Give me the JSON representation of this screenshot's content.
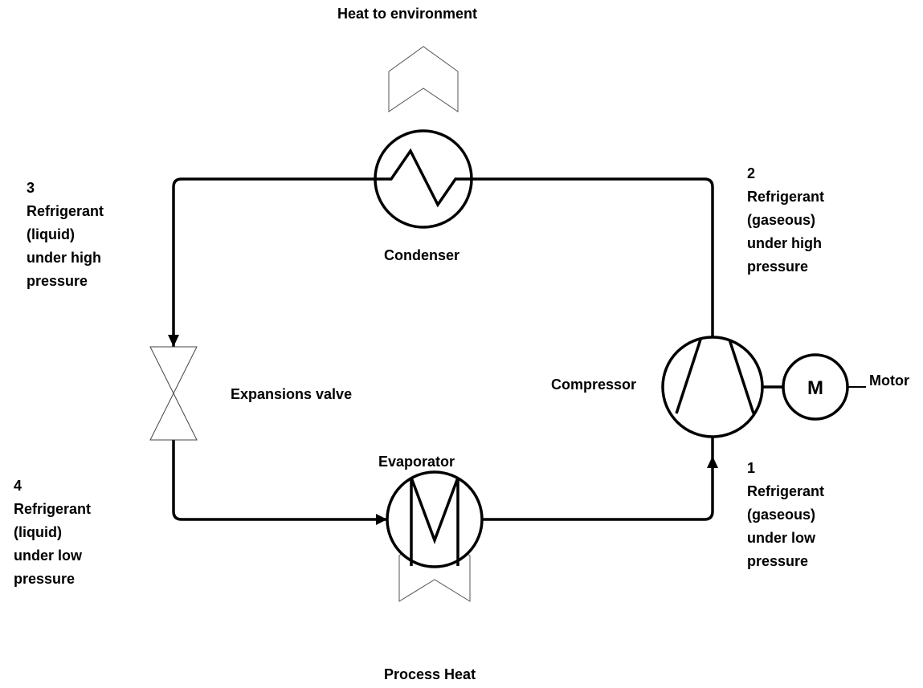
{
  "labels": {
    "heat_to_environment": "Heat to environment",
    "condenser": "Condenser",
    "expansion_valve": "Expansions valve",
    "evaporator": "Evaporator",
    "compressor": "Compressor",
    "motor": "Motor",
    "motor_symbol": "M",
    "process_heat": "Process Heat"
  },
  "states": {
    "state1": {
      "number": "1",
      "lines": [
        "Refrigerant",
        "(gaseous)",
        "under low",
        "pressure"
      ]
    },
    "state2": {
      "number": "2",
      "lines": [
        "Refrigerant",
        "(gaseous)",
        "under high",
        "pressure"
      ]
    },
    "state3": {
      "number": "3",
      "lines": [
        "Refrigerant",
        "(liquid)",
        "under high",
        "pressure"
      ]
    },
    "state4": {
      "number": "4",
      "lines": [
        "Refrigerant",
        "(liquid)",
        "under low",
        "pressure"
      ]
    }
  },
  "colors": {
    "line": "#000000",
    "background": "#ffffff"
  }
}
